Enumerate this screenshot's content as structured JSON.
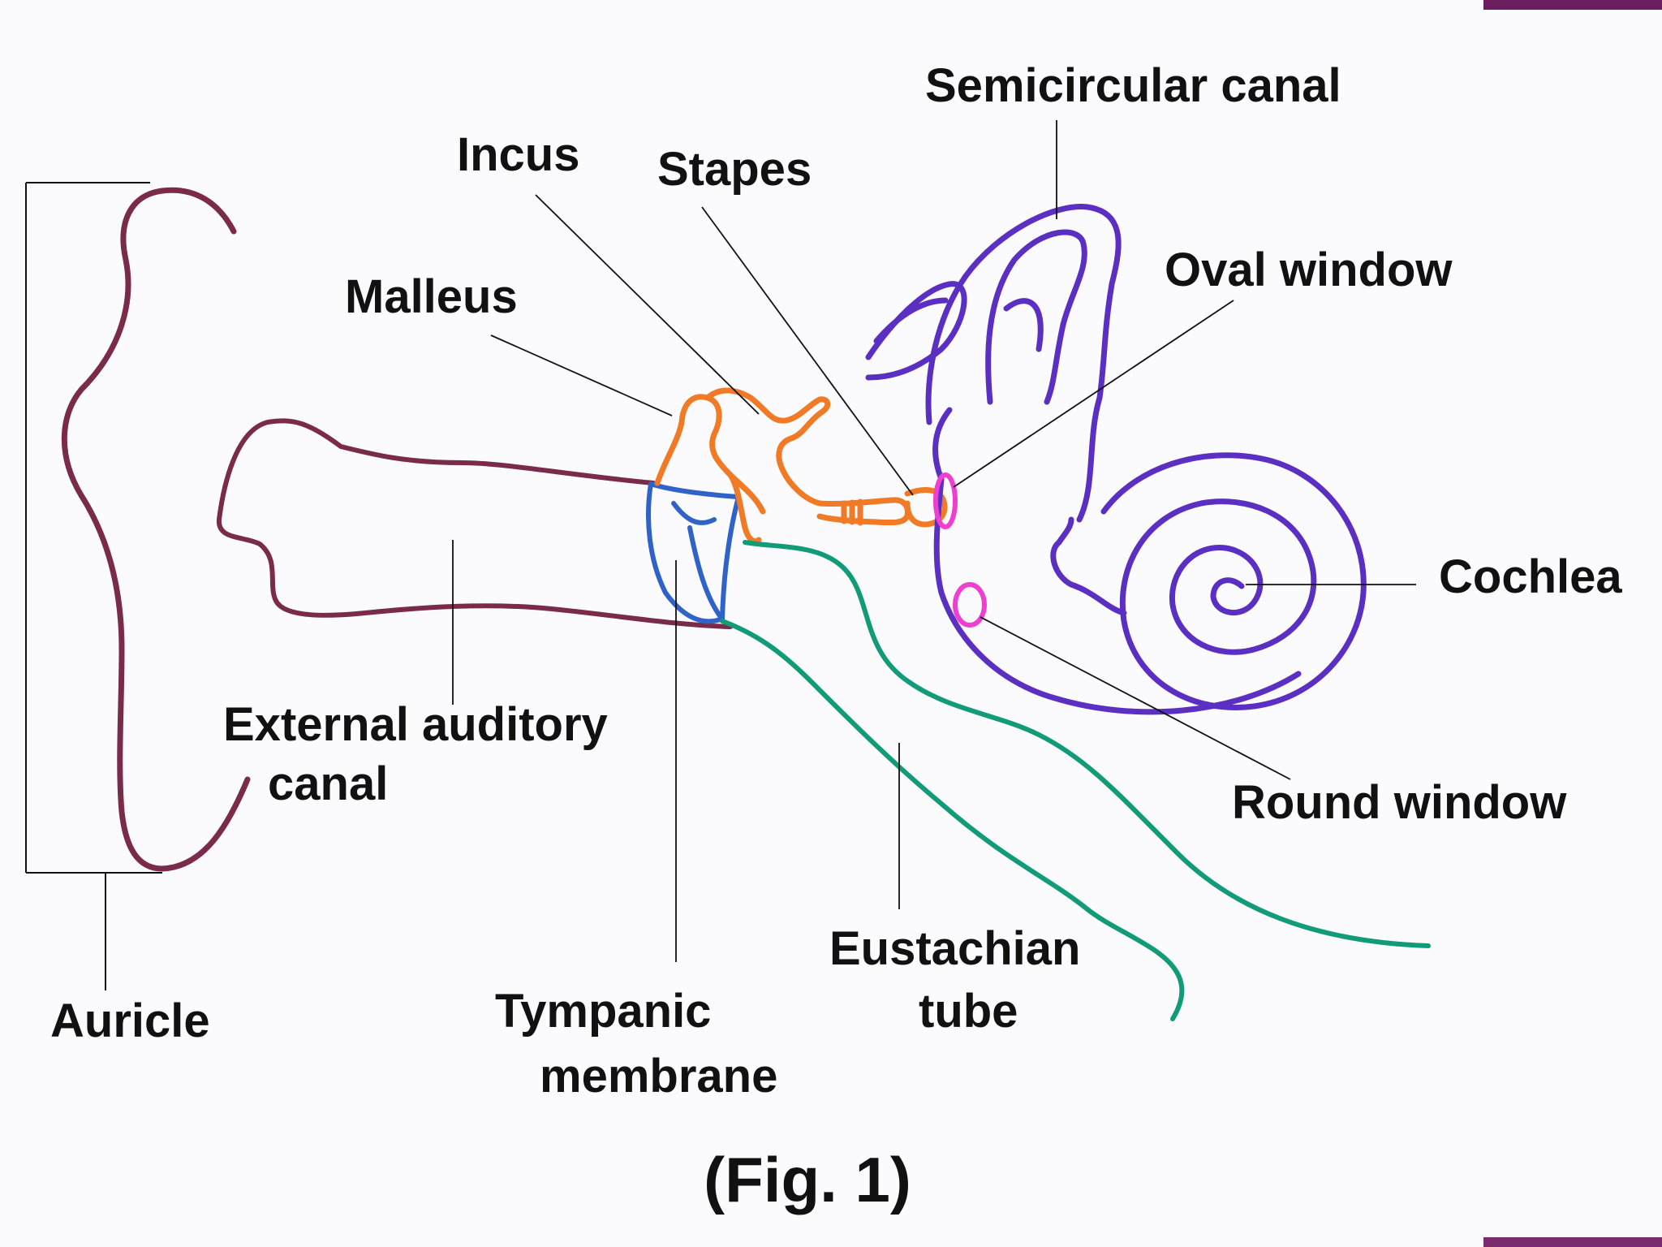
{
  "figure": {
    "caption": "(Fig. 1)",
    "colors": {
      "outer_ear": "#7a2a4a",
      "ossicles": "#f07a26",
      "tympanic": "#2f63c8",
      "eustachian": "#119b78",
      "inner_ear": "#5a2fc2",
      "windows": "#ee3fd0",
      "leader_lines": "#111111",
      "corner_bar": "#6b1d5e"
    },
    "labels": {
      "semicircular_canal": "Semicircular canal",
      "incus": "Incus",
      "stapes": "Stapes",
      "malleus": "Malleus",
      "oval_window": "Oval window",
      "cochlea": "Cochlea",
      "external_auditory_canal": [
        "External auditory",
        "canal"
      ],
      "round_window": "Round window",
      "eustachian_tube": [
        "Eustachian",
        "tube"
      ],
      "tympanic_membrane": [
        "Tympanic",
        "membrane"
      ],
      "auricle": "Auricle"
    }
  }
}
